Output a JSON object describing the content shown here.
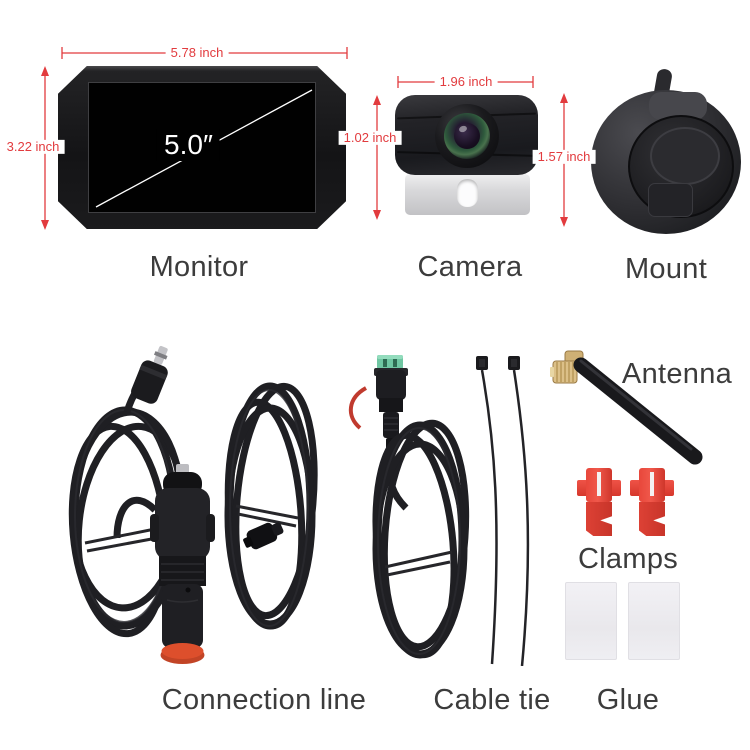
{
  "colors": {
    "bg": "#ffffff",
    "dim-red": "#e23b3e",
    "label-gray": "#3c3c3c"
  },
  "products": {
    "monitor": {
      "label": "Monitor",
      "screen_size": "5.0″",
      "dim_width": "5.78 inch",
      "dim_height": "3.22 inch"
    },
    "camera": {
      "label": "Camera",
      "dim_width": "1.96 inch",
      "dim_left": "1.02 inch",
      "dim_right": "1.57 inch"
    },
    "mount": {
      "label": "Mount"
    },
    "connection_line": {
      "label": "Connection line"
    },
    "cable_tie": {
      "label": "Cable tie"
    },
    "antenna": {
      "label": "Antenna"
    },
    "clamps": {
      "label": "Clamps"
    },
    "glue": {
      "label": "Glue"
    }
  }
}
